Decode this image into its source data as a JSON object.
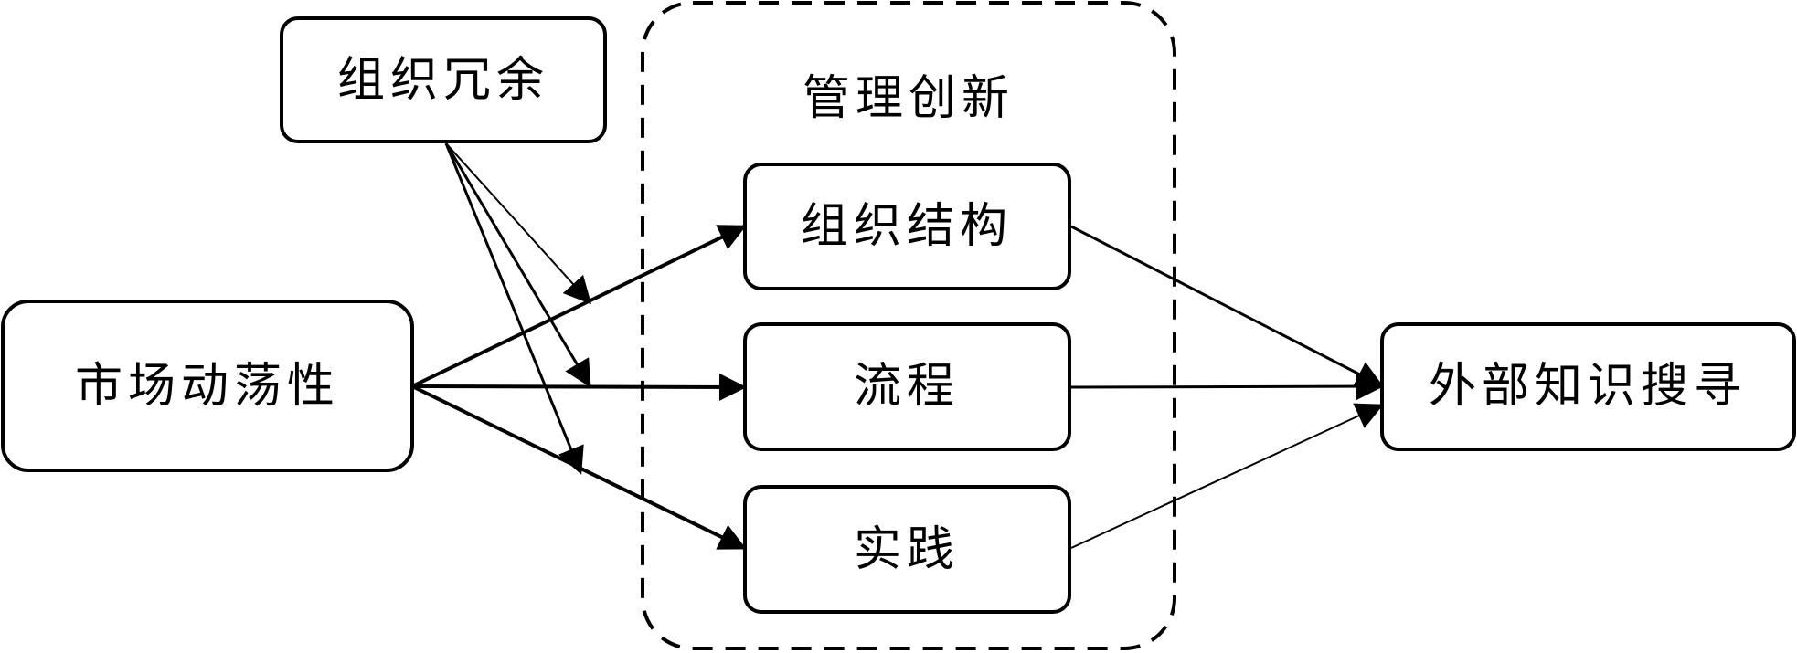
{
  "diagram": {
    "group_title": "管理创新",
    "nodes": {
      "redundancy": "组织冗余",
      "dynamism": "市场动荡性",
      "structure": "组织结构",
      "process": "流程",
      "practice": "实践",
      "search": "外部知识搜寻"
    },
    "edges": [
      {
        "from": "dynamism",
        "to": "structure"
      },
      {
        "from": "dynamism",
        "to": "process"
      },
      {
        "from": "dynamism",
        "to": "practice"
      },
      {
        "from": "redundancy",
        "to": "dynamism-structure"
      },
      {
        "from": "redundancy",
        "to": "dynamism-process"
      },
      {
        "from": "redundancy",
        "to": "dynamism-practice"
      },
      {
        "from": "structure",
        "to": "search"
      },
      {
        "from": "process",
        "to": "search"
      },
      {
        "from": "practice",
        "to": "search"
      }
    ]
  }
}
